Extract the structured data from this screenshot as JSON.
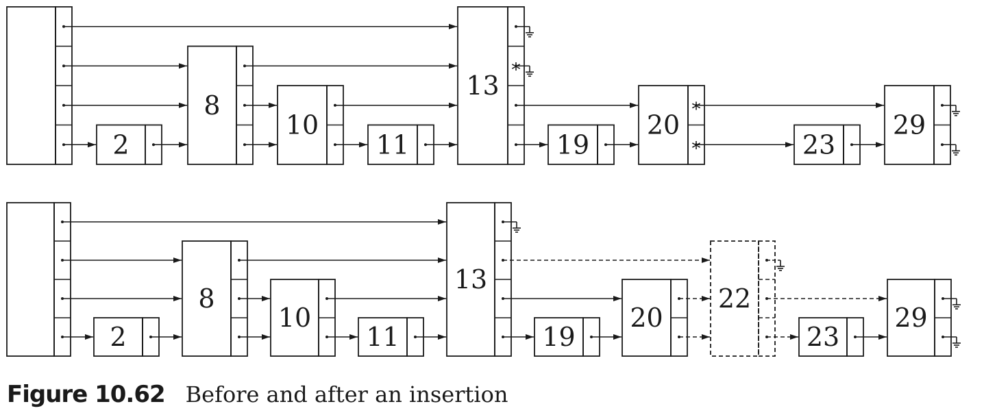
{
  "figure": {
    "label": "Figure 10.62",
    "caption": "Before and after an insertion"
  },
  "colors": {
    "ink": "#1a1a1a",
    "background": "#ffffff"
  },
  "before": {
    "keys": [
      "2",
      "8",
      "10",
      "11",
      "13",
      "19",
      "20",
      "23",
      "29"
    ],
    "marker": "*",
    "marked_pointers": [
      {
        "node": "13",
        "level": 3
      },
      {
        "node": "20",
        "level": 2
      },
      {
        "node": "20",
        "level": 1
      }
    ]
  },
  "after": {
    "keys": [
      "2",
      "8",
      "10",
      "11",
      "13",
      "19",
      "20",
      "22",
      "23",
      "29"
    ],
    "inserted_key": "22",
    "inserted_style": "dashed"
  },
  "symbols": {
    "null_pointer": "ground-symbol"
  }
}
